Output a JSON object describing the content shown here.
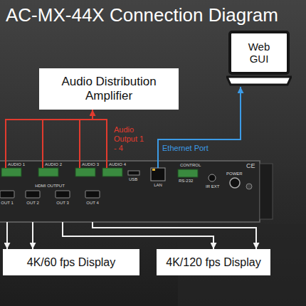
{
  "diagram": {
    "title": "AC-MX-44X Connection Diagram",
    "nodes": [
      {
        "text": [
          "Audio Distribution Amplifier"
        ]
      },
      {
        "text": [
          "Web GUI"
        ]
      },
      {
        "text": [
          "HDMI OUTPUT",
          "CONTROL"
        ]
      },
      {
        "text": [
          "4K/60 fps Display"
        ]
      },
      {
        "text": [
          "4K/120 fps Display"
        ]
      }
    ],
    "edges": [
      {
        "from": 2,
        "to": 0,
        "arrow": "to",
        "label": "Audio Output 1 - 4"
      },
      {
        "from": 2,
        "to": 1,
        "arrow": "to",
        "label": "Ethernet Port"
      },
      {
        "from": 2,
        "to": 3,
        "arrow": "to"
      },
      {
        "from": 2,
        "to": 4,
        "arrow": "to"
      }
    ],
    "labels": [
      "AUDIO 1",
      "AUDIO 2",
      "AUDIO 3",
      "AUDIO 4",
      "USB",
      "LAN",
      "RS-232",
      "IR EXT",
      "POWER",
      "CE",
      "OUT 1",
      "OUT 2",
      "OUT 3",
      "OUT 4"
    ]
  }
}
